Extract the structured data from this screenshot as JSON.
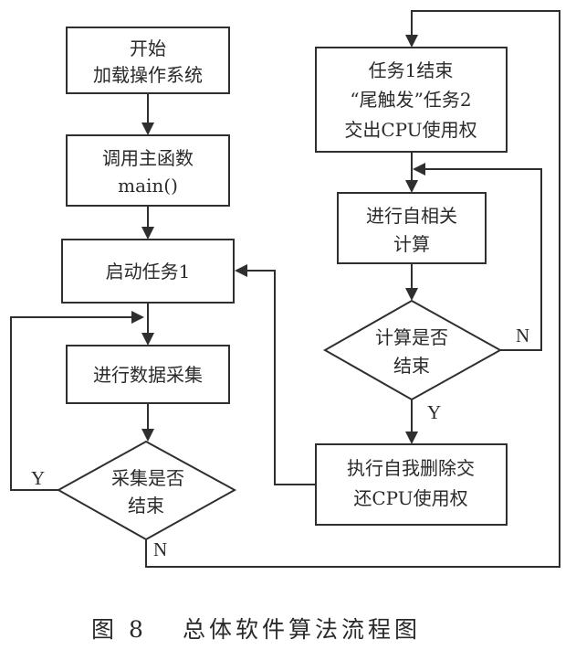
{
  "figure": {
    "caption_number": "图 8",
    "caption_title": "总体软件算法流程图"
  },
  "nodes": {
    "start": {
      "lines": [
        "开始",
        "加载操作系统"
      ]
    },
    "call_main": {
      "lines": [
        "调用主函数",
        "main()"
      ]
    },
    "start_task1": {
      "lines": [
        "启动任务1"
      ]
    },
    "data_acq": {
      "lines": [
        "进行数据采集"
      ]
    },
    "acq_done": {
      "lines": [
        "采集是否",
        "结束"
      ]
    },
    "task1_end": {
      "lines": [
        "任务1结束",
        "“尾触发”任务2",
        "交出CPU使用权"
      ]
    },
    "autocorr": {
      "lines": [
        "进行自相关",
        "计算"
      ]
    },
    "calc_done": {
      "lines": [
        "计算是否",
        "结束"
      ]
    },
    "self_delete": {
      "lines": [
        "执行自我删除交",
        "还CPU使用权"
      ]
    }
  },
  "edge_labels": {
    "acq_yes": "Y",
    "acq_no": "N",
    "calc_no": "N",
    "calc_yes": "Y"
  }
}
